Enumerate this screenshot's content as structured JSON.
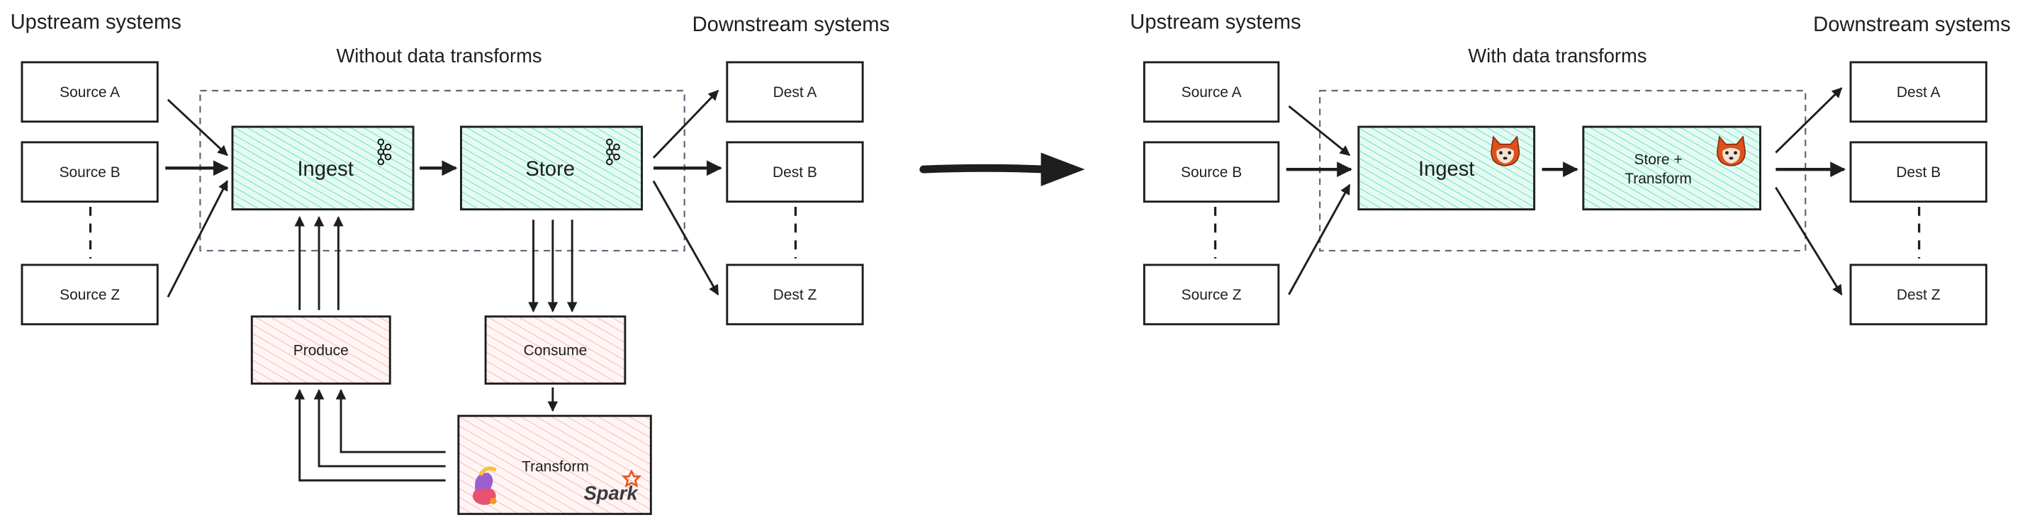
{
  "left_panel": {
    "upstream_title": "Upstream systems",
    "downstream_title": "Downstream systems",
    "title": "Without data transforms",
    "sources": [
      "Source A",
      "Source B",
      "Source Z"
    ],
    "dests": [
      "Dest A",
      "Dest B",
      "Dest Z"
    ],
    "ingest": {
      "label": "Ingest",
      "icon": "kafka-icon"
    },
    "store": {
      "label": "Store",
      "icon": "kafka-icon"
    },
    "produce": "Produce",
    "consume": "Consume",
    "transform": {
      "label": "Transform",
      "icons": [
        "flink-squirrel-icon",
        "spark-logo"
      ],
      "spark_logo_text": "Spark"
    }
  },
  "right_panel": {
    "upstream_title": "Upstream systems",
    "downstream_title": "Downstream systems",
    "title": "With data transforms",
    "sources": [
      "Source A",
      "Source B",
      "Source Z"
    ],
    "dests": [
      "Dest A",
      "Dest B",
      "Dest Z"
    ],
    "ingest": {
      "label": "Ingest",
      "icon": "redpanda-icon"
    },
    "store_transform": {
      "line1": "Store +",
      "line2": "Transform",
      "icon": "redpanda-icon"
    }
  },
  "colors": {
    "teal_hatch": "#63e6be",
    "pink_hatch": "#ffa8a8",
    "stroke": "#1e1e1e",
    "container": "#5f6577"
  }
}
